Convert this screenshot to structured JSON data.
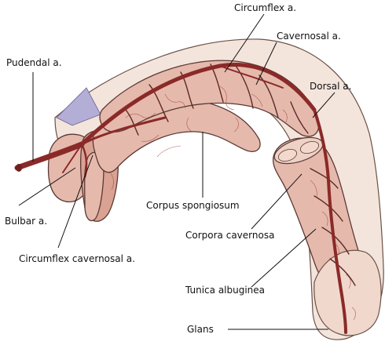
{
  "labels": {
    "pudendal": "Pudendal a.",
    "circumflex": "Circumflex a.",
    "cavernosal": "Cavernosal a.",
    "dorsal": "Dorsal a.",
    "bulbar": "Bulbar a.",
    "corpus_spongiosum": "Corpus spongiosum",
    "corpora_cavernosa": "Corpora cavernosa",
    "circumflex_cavernosal": "Circumflex cavernosal a.",
    "tunica_albuginea": "Tunica albuginea",
    "glans": "Glans"
  },
  "colors": {
    "skin": "#f4e5dc",
    "tissue": "#e6b9ad",
    "artery": "#8a2a28",
    "fascia": "#b3aed6"
  }
}
